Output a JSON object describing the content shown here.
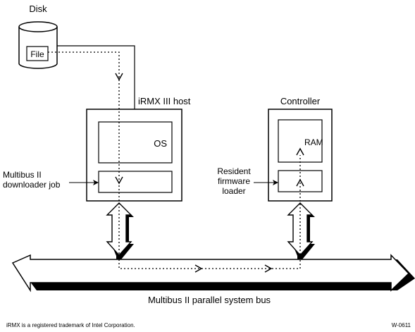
{
  "labels": {
    "disk": "Disk",
    "file": "File",
    "host": "iRMX III host",
    "os": "OS",
    "controller": "Controller",
    "ram": "RAM",
    "downloader_line1": "Multibus II",
    "downloader_line2": "downloader job",
    "loader_line1": "Resident",
    "loader_line2": "firmware",
    "loader_line3": "loader",
    "bus": "Multibus II parallel system bus",
    "trademark": "iRMX is a registered trademark of Intel Corporation.",
    "figure_id": "W-0611"
  }
}
